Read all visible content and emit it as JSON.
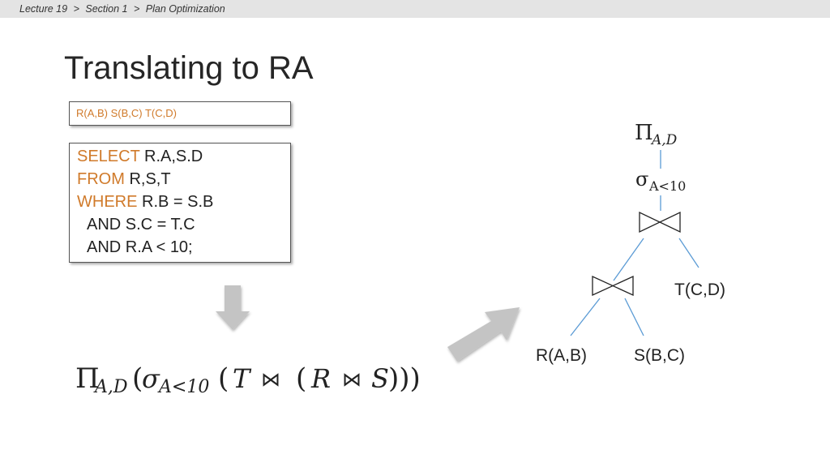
{
  "breadcrumb": [
    "Lecture 19",
    ">",
    "Section 1",
    ">",
    "Plan Optimization"
  ],
  "slide": {
    "title": "Translating to RA"
  },
  "schema": "R(A,B)  S(B,C)  T(C,D)",
  "sql": {
    "line1": {
      "keyword": "SELECT",
      "rest": " R.A,S.D"
    },
    "line2": {
      "keyword": "FROM",
      "rest": " R,S,T"
    },
    "line3": {
      "keyword": "WHERE",
      "rest": " R.B = S.B"
    },
    "line4": "AND S.C = T.C",
    "line5": "AND R.A < 10;"
  },
  "expression": {
    "pi": "Π",
    "pi_sub": "A,D",
    "open1": "(",
    "sigma": "σ",
    "sigma_sub": "A<10",
    "open2": "(",
    "t": "T",
    "join1": "⋈",
    "open3": "(",
    "r": "R",
    "join2": "⋈",
    "s": "S",
    "close": ")))"
  },
  "tree": {
    "pi": "Π",
    "pi_sub": "A,D",
    "sigma": "σ",
    "sigma_sub": "A<10",
    "leaf_t": "T(C,D)",
    "leaf_r": "R(A,B)",
    "leaf_s": "S(B,C)"
  },
  "colors": {
    "keyword": "#d07a2a",
    "edge": "#5b9bd5",
    "arrow": "#c4c4c4"
  }
}
